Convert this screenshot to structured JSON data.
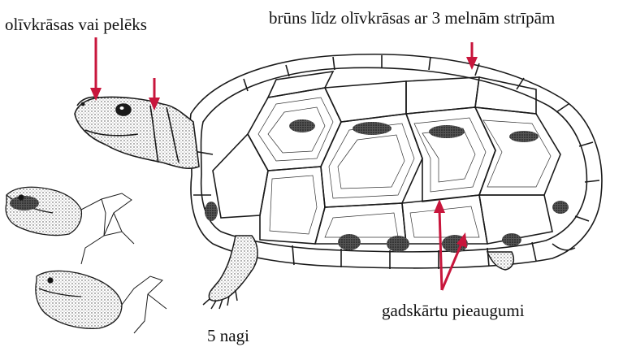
{
  "labels": {
    "head_color": "olīvkrāsas vai pelēks",
    "shell_color": "brūns līdz olīvkrāsas ar 3 melnām strīpām",
    "growth_rings": "gadskārtu pieaugumi",
    "claws": "5 nagi"
  },
  "colors": {
    "arrow": "#c8163c",
    "ink": "#1a1a1a",
    "background": "#ffffff"
  }
}
